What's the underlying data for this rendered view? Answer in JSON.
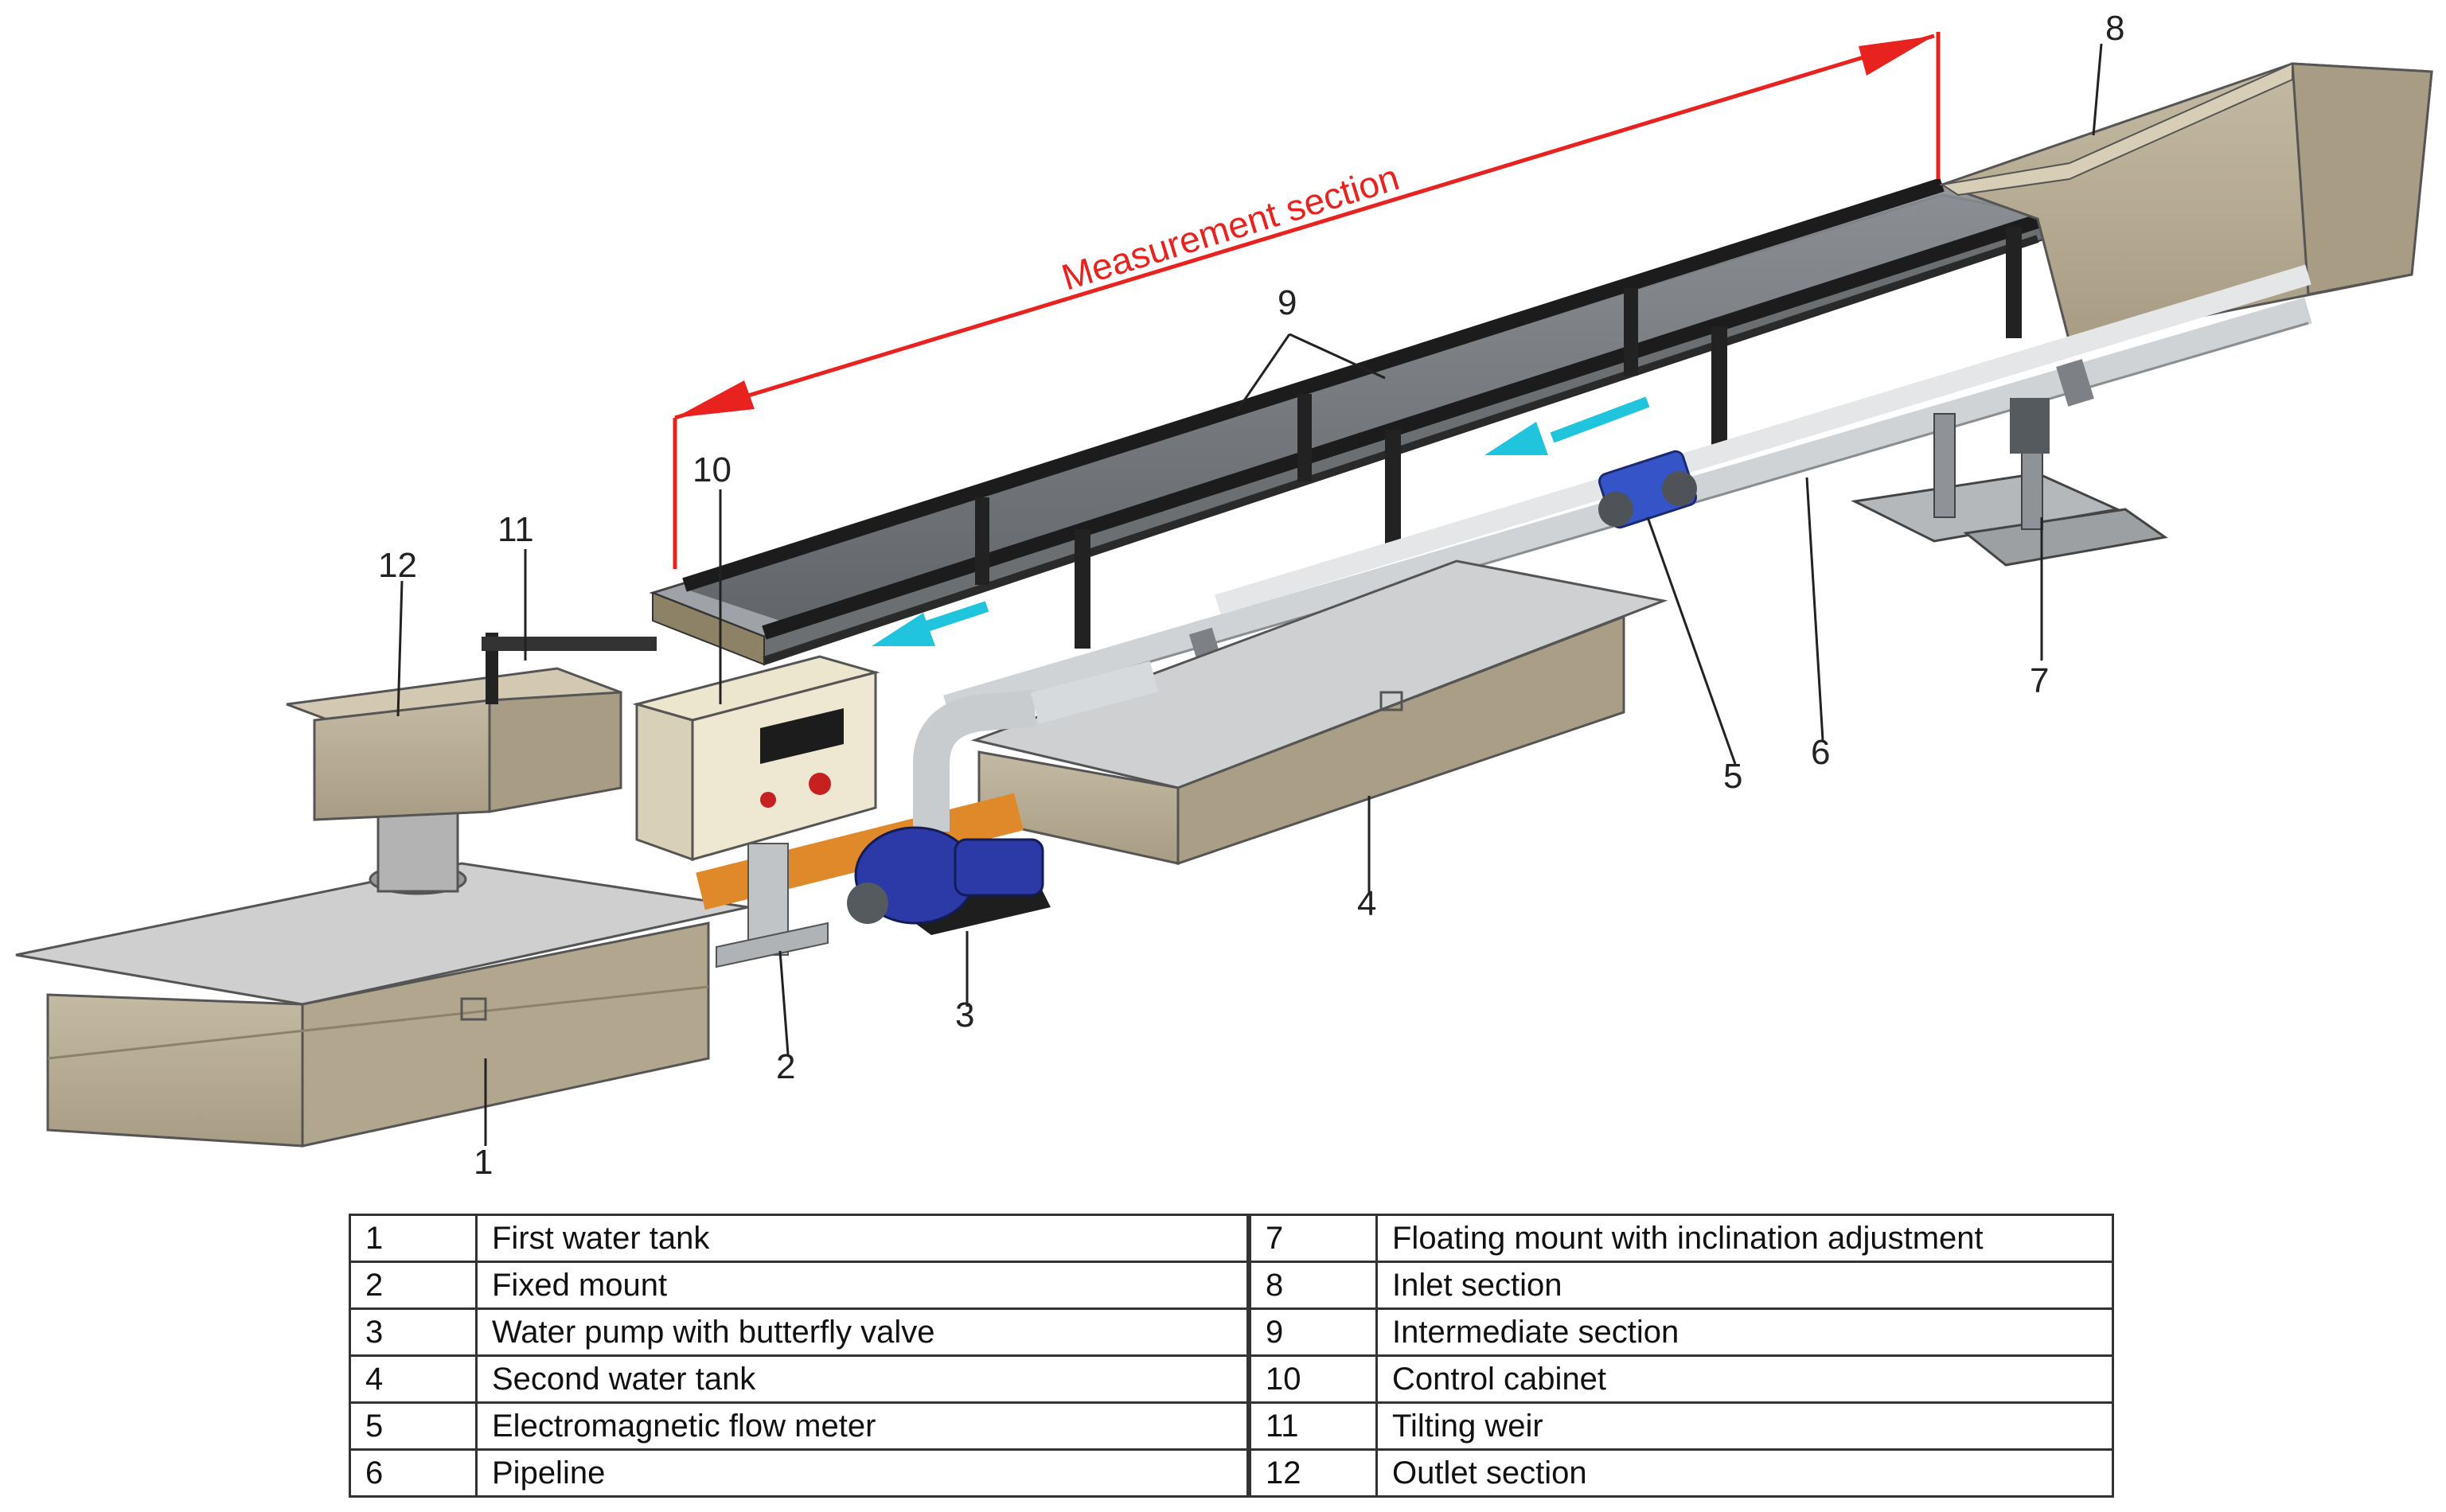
{
  "diagram": {
    "measurement_label": "Measurement section",
    "callouts": {
      "n1": "1",
      "n2": "2",
      "n3": "3",
      "n4": "4",
      "n5": "5",
      "n6": "6",
      "n7": "7",
      "n8": "8",
      "n9": "9",
      "n10": "10",
      "n11": "11",
      "n12": "12"
    },
    "colors": {
      "tank": "#b9ae98",
      "steel": "#c9ccce",
      "frame": "#2a2a2a",
      "measure_arrow": "#e8231f",
      "flow_arrow": "#20c4dc",
      "pump": "#2b3aa6",
      "orange_pipe": "#e0892a"
    }
  },
  "legend": {
    "rows": [
      {
        "num_left": "1",
        "label_left": "First water tank",
        "num_right": "7",
        "label_right": "Floating mount with inclination adjustment"
      },
      {
        "num_left": "2",
        "label_left": "Fixed mount",
        "num_right": "8",
        "label_right": "Inlet section"
      },
      {
        "num_left": "3",
        "label_left": "Water pump with butterfly valve",
        "num_right": "9",
        "label_right": "Intermediate section"
      },
      {
        "num_left": "4",
        "label_left": "Second water tank",
        "num_right": "10",
        "label_right": "Control cabinet"
      },
      {
        "num_left": "5",
        "label_left": "Electromagnetic flow meter",
        "num_right": "11",
        "label_right": "Tilting weir"
      },
      {
        "num_left": "6",
        "label_left": "Pipeline",
        "num_right": "12",
        "label_right": "Outlet section"
      }
    ]
  }
}
